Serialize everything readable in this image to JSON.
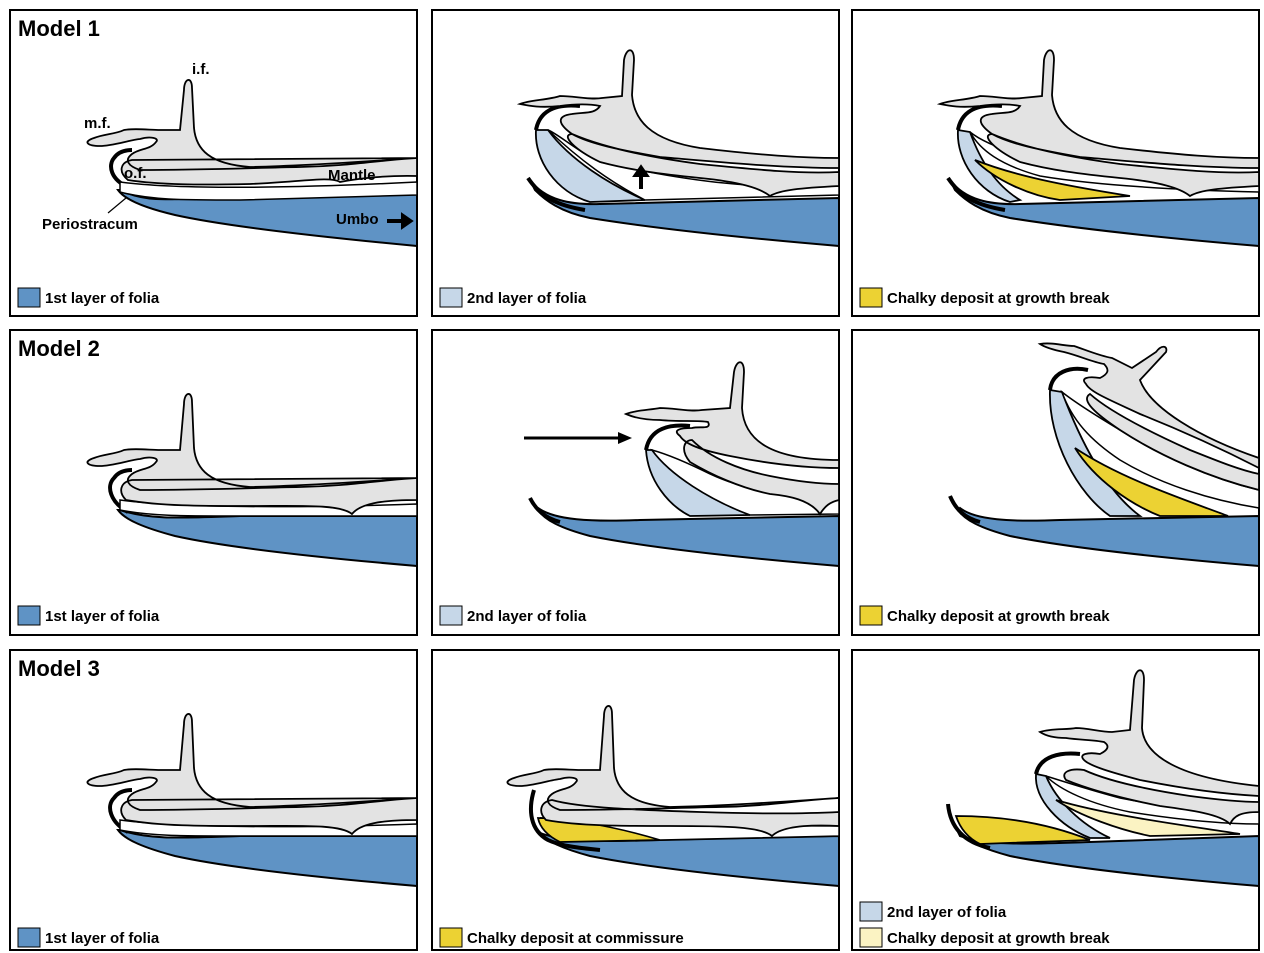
{
  "colors": {
    "mantle": "#e3e3e3",
    "first_layer": "#5f93c5",
    "second_layer": "#c6d7e8",
    "chalky_commissure": "#ecd233",
    "chalky_growth_light": "#fbf3c3",
    "outline": "#000000"
  },
  "rows": [
    {
      "title": "Model 1",
      "panels": [
        {
          "labels": {
            "if": "i.f.",
            "mf": "m.f.",
            "of": "o.f.",
            "mantle": "Mantle",
            "periostracum": "Periostracum",
            "umbo": "Umbo"
          },
          "legend": [
            {
              "color": "first_layer",
              "text": "1st layer of folia"
            }
          ]
        },
        {
          "legend": [
            {
              "color": "second_layer",
              "text": "2nd layer of folia"
            }
          ]
        },
        {
          "legend": [
            {
              "color": "chalky_commissure",
              "text": "Chalky deposit at growth break"
            }
          ]
        }
      ]
    },
    {
      "title": "Model 2",
      "panels": [
        {
          "legend": [
            {
              "color": "first_layer",
              "text": "1st layer of folia"
            }
          ]
        },
        {
          "legend": [
            {
              "color": "second_layer",
              "text": "2nd layer of folia"
            }
          ]
        },
        {
          "legend": [
            {
              "color": "chalky_commissure",
              "text": "Chalky deposit at growth break"
            }
          ]
        }
      ]
    },
    {
      "title": "Model 3",
      "panels": [
        {
          "legend": [
            {
              "color": "first_layer",
              "text": "1st layer of folia"
            }
          ]
        },
        {
          "legend": [
            {
              "color": "chalky_commissure",
              "text": "Chalky deposit at commissure"
            }
          ]
        },
        {
          "legend": [
            {
              "color": "second_layer",
              "text": "2nd layer of folia"
            },
            {
              "color": "chalky_growth_light",
              "text": "Chalky deposit at growth break"
            }
          ]
        }
      ]
    }
  ]
}
